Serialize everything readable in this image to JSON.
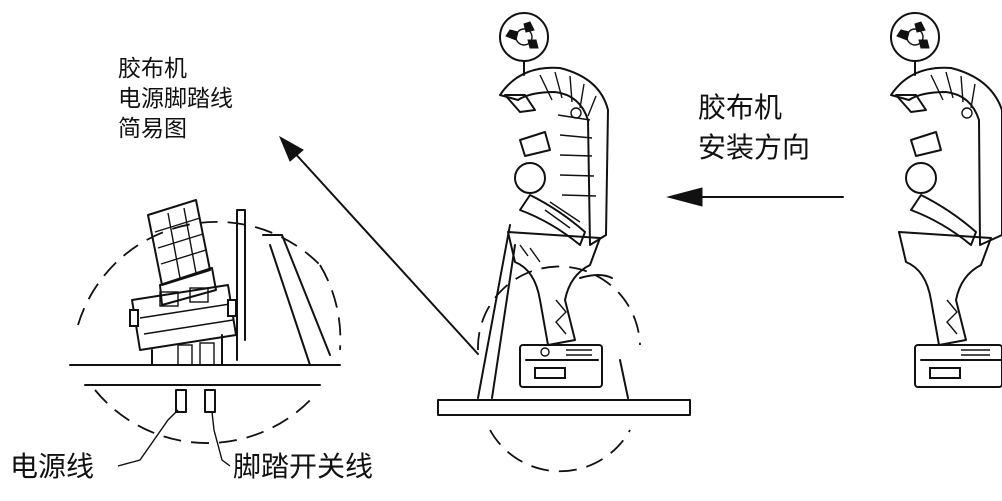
{
  "diagram": {
    "detail_title": [
      "胶布机",
      "电源脚踏线",
      "简易图"
    ],
    "install_direction": [
      "胶布机",
      "安装方向"
    ],
    "label_power_cord": "电源线",
    "label_pedal_cord": "脚踏开关线"
  },
  "colors": {
    "line": "#111111",
    "background": "#ffffff"
  }
}
